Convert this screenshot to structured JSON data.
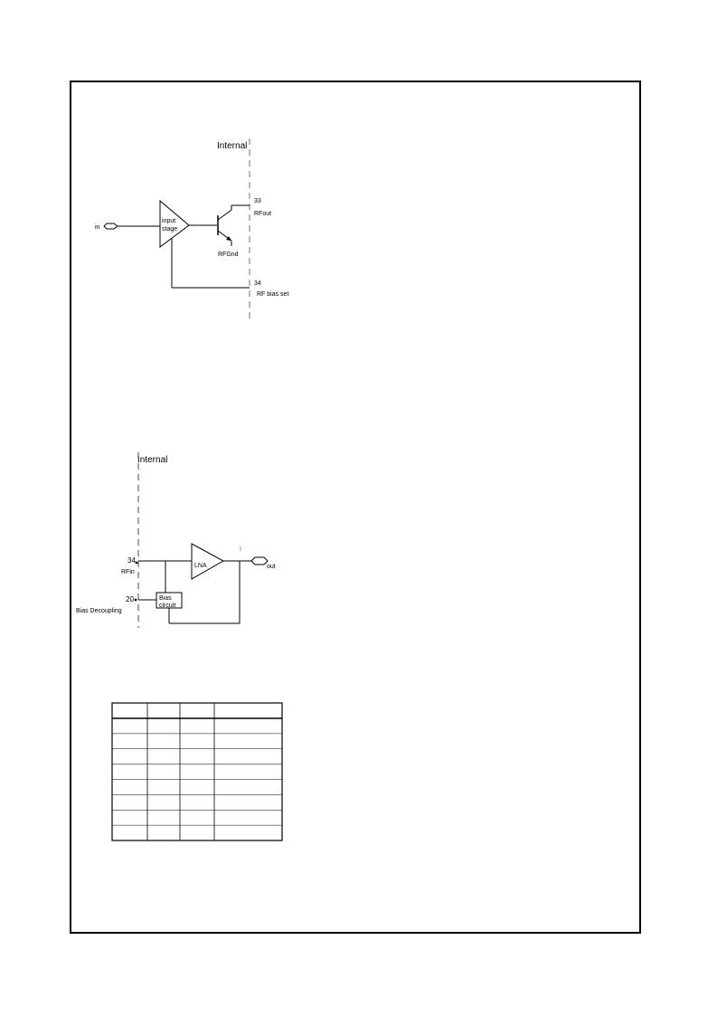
{
  "diagram_top": {
    "boundary_label": "Internal",
    "input_port_label": "in",
    "amp_label_line1": "input",
    "amp_label_line2": "stage",
    "pin_rfout_number": "33",
    "pin_rfout_label": "RFout",
    "emitter_label": "RFGnd",
    "pin_bias_number": "34",
    "pin_bias_label": "RF bias set"
  },
  "diagram_bottom": {
    "boundary_label": "Internal",
    "pin_rfin_number": "34",
    "pin_rfin_label": "RFin",
    "pin_bias_number": "20",
    "pin_bias_label": "Bias Decoupling",
    "bias_box_line1": "Bias",
    "bias_box_line2": "circuit",
    "amp_label": "LNA",
    "green_marker": "I",
    "output_port_label": "out"
  },
  "table": {
    "header": [
      "",
      "",
      "",
      ""
    ],
    "rows": [
      [
        "",
        "",
        "",
        ""
      ],
      [
        "",
        "",
        "",
        ""
      ],
      [
        "",
        "",
        "",
        ""
      ],
      [
        "",
        "",
        "",
        ""
      ],
      [
        "",
        "",
        "",
        ""
      ],
      [
        "",
        "",
        "",
        ""
      ],
      [
        "",
        "",
        "",
        ""
      ],
      [
        "",
        "",
        "",
        ""
      ]
    ]
  }
}
